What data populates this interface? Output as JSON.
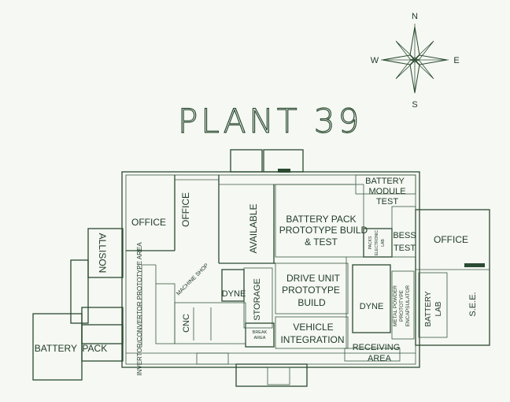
{
  "title": "PLANT 39",
  "compass": {
    "n": "N",
    "s": "S",
    "e": "E",
    "w": "W"
  },
  "rooms": {
    "battery_module_test": [
      "BATTERY",
      "MODULE",
      "TEST"
    ],
    "office_left": "OFFICE",
    "office_mid": "OFFICE",
    "available": "AVAILABLE",
    "battery_pack_prototype": [
      "BATTERY PACK",
      "PROTOTYPE BUILD",
      "& TEST"
    ],
    "packs_electronic_lab": [
      "PACKS",
      "ELECTRONIC",
      "LAB"
    ],
    "bess_test": [
      "BESS",
      "TEST"
    ],
    "office_right": "OFFICE",
    "allison": "ALLISON",
    "inverter_convertor": "INVERTOR/CONVERTOR PROTOTYPE AREA",
    "machine_shop": "MACHINE SHOP",
    "dyne_left": "DYNE",
    "storage": "STORAGE",
    "drive_unit": [
      "DRIVE UNIT",
      "PROTOTYPE",
      "BUILD"
    ],
    "dyne_right": "DYNE",
    "metal_powder": [
      "METAL POWDER",
      "PROTOTYPE",
      "ENCAPSULATOR"
    ],
    "battery_lab": [
      "BATTERY",
      "LAB"
    ],
    "see": "S.E.E.",
    "cnc": "CNC",
    "break_area": [
      "BREAK",
      "AREA"
    ],
    "vehicle_integration": [
      "VEHICLE",
      "INTEGRATION"
    ],
    "receiving_area": [
      "RECEIVING",
      "AREA"
    ],
    "battery_pack_left": "BATTERY  PACK"
  }
}
